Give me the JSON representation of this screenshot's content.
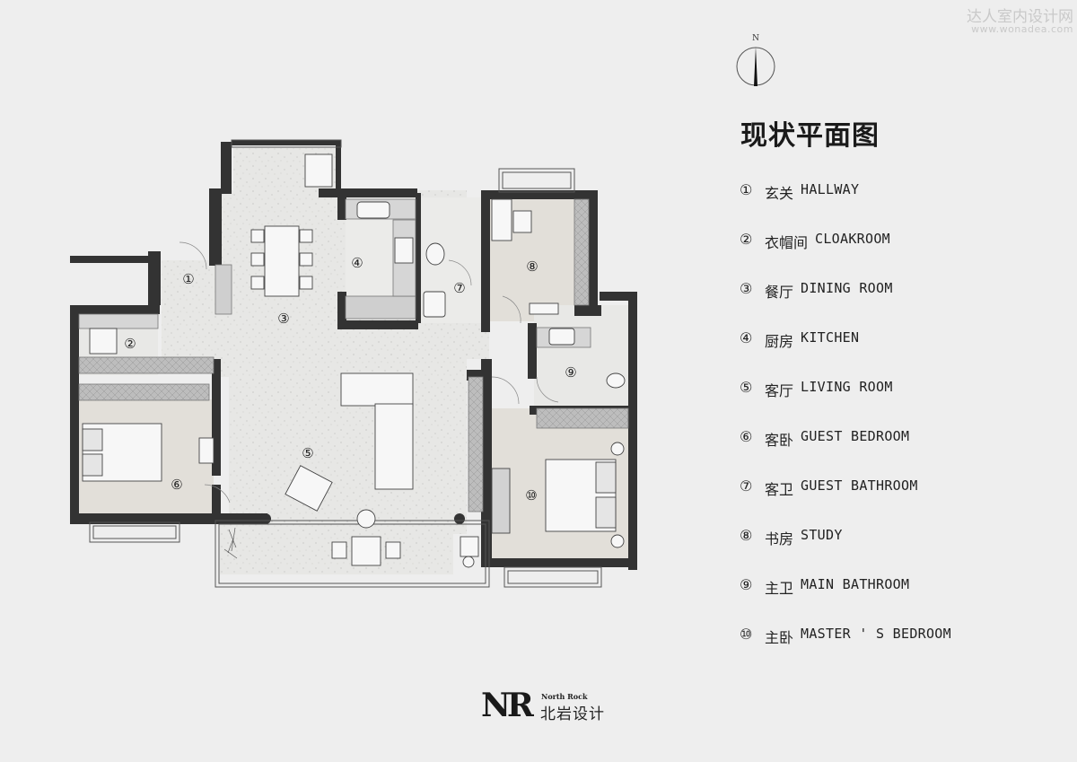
{
  "watermark": {
    "cn": "达人室内设计网",
    "url": "www.wonadea.com"
  },
  "compass": {
    "letter": "N"
  },
  "title": "现状平面图",
  "legend": [
    {
      "num": "①",
      "cn": "玄关",
      "en": "HALLWAY"
    },
    {
      "num": "②",
      "cn": "衣帽间",
      "en": "CLOAKROOM"
    },
    {
      "num": "③",
      "cn": "餐厅",
      "en": "DINING ROOM"
    },
    {
      "num": "④",
      "cn": "厨房",
      "en": "KITCHEN"
    },
    {
      "num": "⑤",
      "cn": "客厅",
      "en": "LIVING ROOM"
    },
    {
      "num": "⑥",
      "cn": "客卧",
      "en": "GUEST BEDROOM"
    },
    {
      "num": "⑦",
      "cn": "客卫",
      "en": "GUEST BATHROOM"
    },
    {
      "num": "⑧",
      "cn": "书房",
      "en": "STUDY"
    },
    {
      "num": "⑨",
      "cn": "主卫",
      "en": "MAIN BATHROOM"
    },
    {
      "num": "⑩",
      "cn": "主卧",
      "en": "MASTER ' S BEDROOM"
    }
  ],
  "plan_markers": [
    "①",
    "②",
    "③",
    "④",
    "⑤",
    "⑥",
    "⑦",
    "⑧",
    "⑨",
    "⑩"
  ],
  "brand": {
    "logo": "NR",
    "en": "North Rock",
    "cn": "北岩设计"
  },
  "colors": {
    "background": "#eeeeee",
    "wall": "#333333",
    "floor_terrazzo": "#e6e6e4",
    "floor_bedroom": "#e2dfd9",
    "text": "#222222"
  }
}
